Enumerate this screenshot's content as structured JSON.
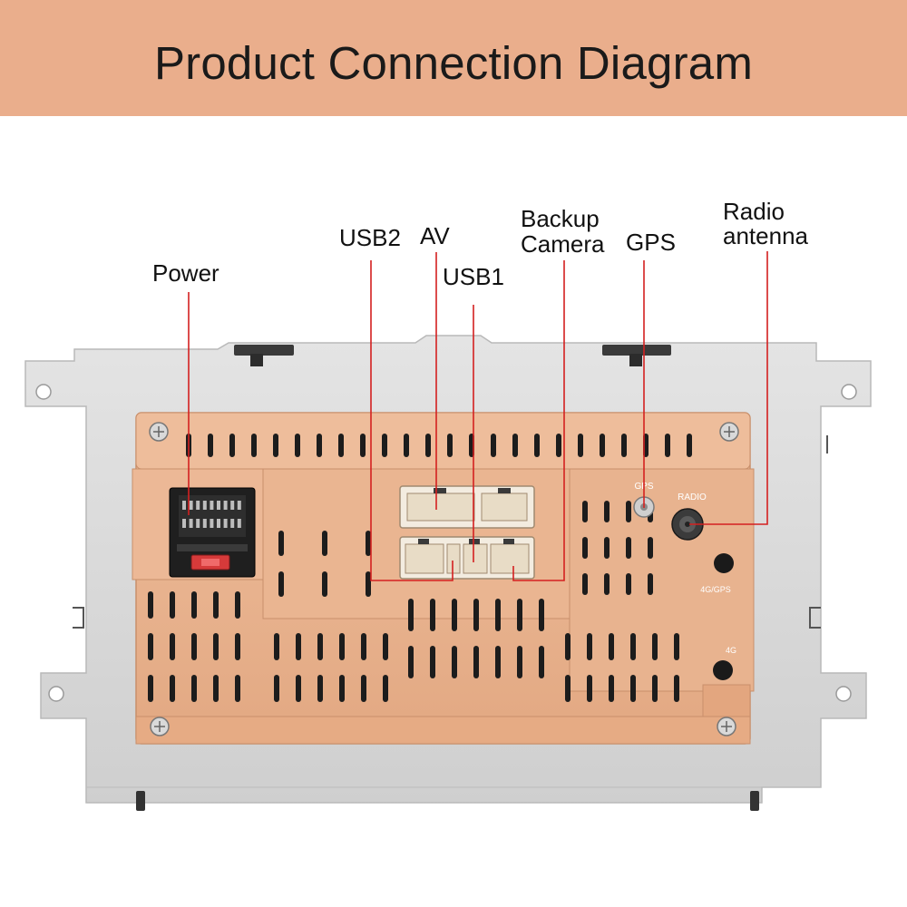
{
  "title": "Product Connection Diagram",
  "colors": {
    "banner": "#eaae8c",
    "panel": "#eab48f",
    "chassis": "#dcdcdc",
    "callout_line": "#d42020"
  },
  "callouts": {
    "power": "Power",
    "usb2": "USB2",
    "av": "AV",
    "usb1": "USB1",
    "backup_camera": [
      "Backup",
      "Camera"
    ],
    "gps": "GPS",
    "radio_antenna": [
      "Radio",
      "antenna"
    ]
  },
  "panel_markings": {
    "gps": "GPS",
    "radio": "RADIO",
    "port_4g_gps": "4G/GPS",
    "port_4g": "4G"
  }
}
